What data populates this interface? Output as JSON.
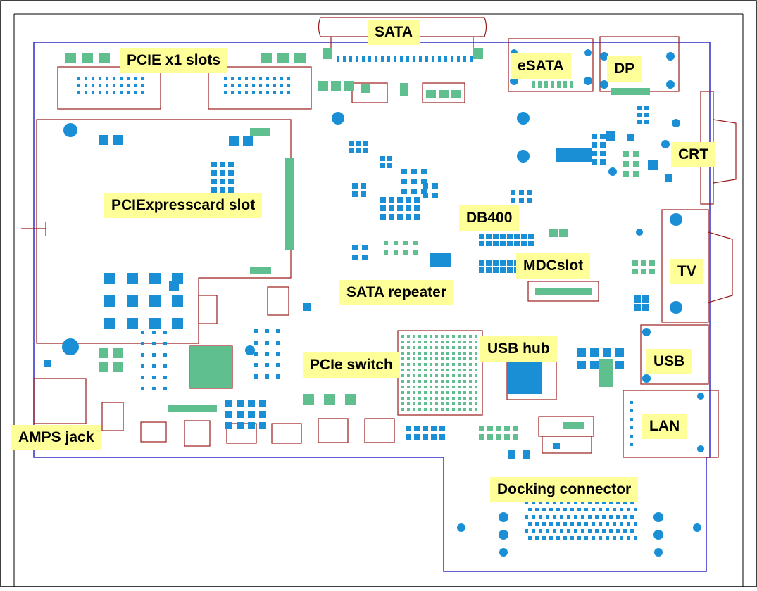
{
  "diagram": {
    "labels": {
      "sata": "SATA",
      "esata": "eSATA",
      "dp": "DP",
      "pcie_x1_slots": "PCIE x1 slots",
      "crt": "CRT",
      "pciexpresscard_slot": "PCIExpresscard slot",
      "db400": "DB400",
      "mdcslot": "MDCslot",
      "tv": "TV",
      "sata_repeater": "SATA repeater",
      "usb_hub": "USB hub",
      "usb": "USB",
      "pcie_switch": "PCIe switch",
      "lan": "LAN",
      "amps_jack": "AMPS jack",
      "docking_connector": "Docking connector"
    },
    "colors": {
      "board_outline": "#2f2fc8",
      "connector_outline": "#9a1c1c",
      "pad_blue": "#1a8fd6",
      "pad_green": "#5fbf8f",
      "label_bg": "#ffff99",
      "frame": "#000000"
    }
  }
}
